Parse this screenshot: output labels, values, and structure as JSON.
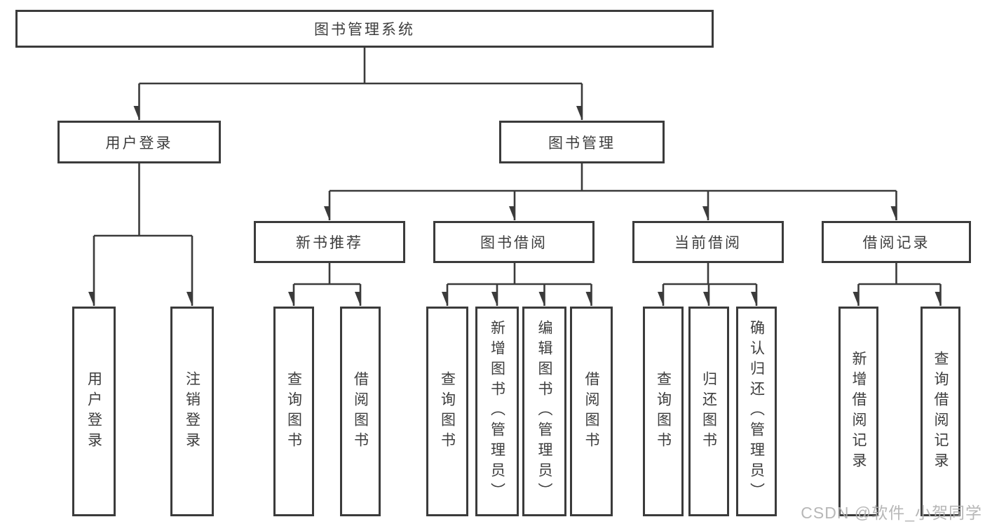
{
  "tree": {
    "root": {
      "label": "图书管理系统"
    },
    "level2": [
      {
        "label": "用户登录",
        "children": [
          {
            "label": "用户登录"
          },
          {
            "label": "注销登录"
          }
        ]
      },
      {
        "label": "图书管理",
        "children": [
          {
            "label": "新书推荐",
            "children": [
              {
                "label": "查询图书"
              },
              {
                "label": "借阅图书"
              }
            ]
          },
          {
            "label": "图书借阅",
            "children": [
              {
                "label": "查询图书"
              },
              {
                "label": "新增图书（管理员）"
              },
              {
                "label": "编辑图书（管理员）"
              },
              {
                "label": "借阅图书"
              }
            ]
          },
          {
            "label": "当前借阅",
            "children": [
              {
                "label": "查询图书"
              },
              {
                "label": "归还图书"
              },
              {
                "label": "确认归还（管理员）"
              }
            ]
          },
          {
            "label": "借阅记录",
            "children": [
              {
                "label": "新增借阅记录"
              },
              {
                "label": "查询借阅记录"
              }
            ]
          }
        ]
      }
    ]
  },
  "watermark": {
    "text": "CSDN @软件_小贺同学"
  },
  "colors": {
    "line": "#3b3b3b",
    "text": "#3d3d3d",
    "background": "#ffffff",
    "watermark": "#afafaf"
  }
}
